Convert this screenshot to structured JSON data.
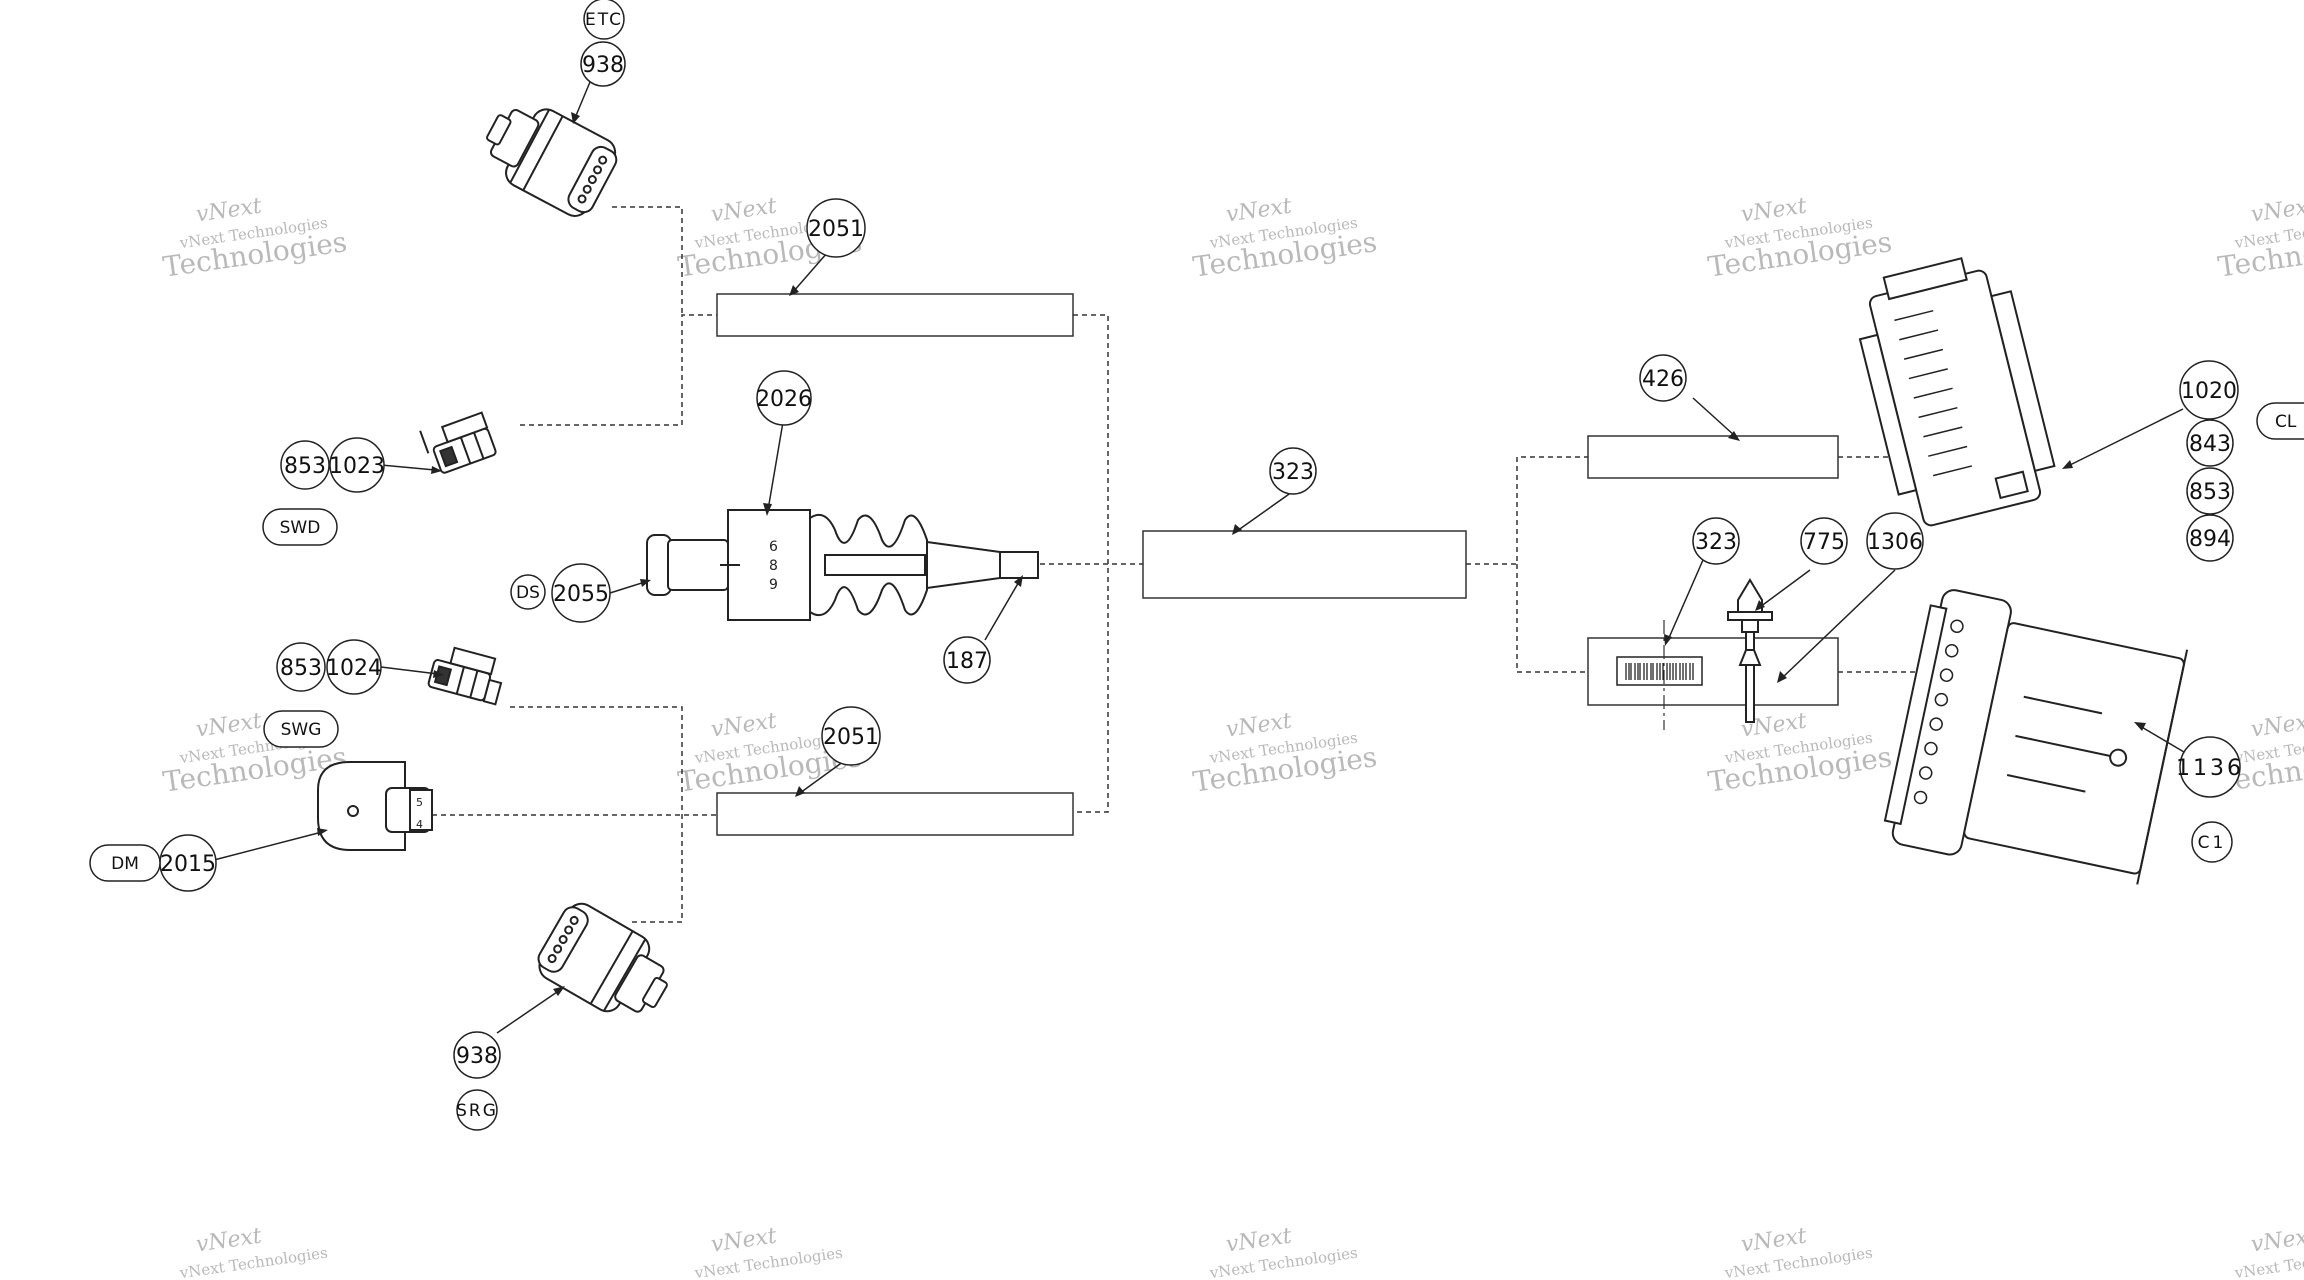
{
  "watermark": {
    "brand": "vNext",
    "line1": "vNext Technologies",
    "line2": "Technologies"
  },
  "callouts": {
    "c_938_top": "938",
    "c_2051_top": "2051",
    "c_2026": "2026",
    "c_853_a": "853",
    "c_1023": "1023",
    "c_2055": "2055",
    "c_187": "187",
    "c_853_b": "853",
    "c_1024": "1024",
    "c_2051_bottom": "2051",
    "c_2015": "2015",
    "c_938_bottom": "938",
    "c_323_center": "323",
    "c_426": "426",
    "c_323_right": "323",
    "c_775": "775",
    "c_1306": "1306",
    "c_1020": "1020",
    "c_843": "843",
    "c_853_c": "853",
    "c_894": "894",
    "c_1136": "1136"
  },
  "refs": {
    "etc": "ETC",
    "swd": "SWD",
    "ds": "DS",
    "swg": "SWG",
    "dm": "DM",
    "srg": "SRG",
    "cl": "CL",
    "c1": "C1"
  },
  "pin_labels": {
    "tube_6": "6",
    "tube_8": "8",
    "tube_9": "9",
    "dm_5": "5",
    "dm_4": "4"
  }
}
